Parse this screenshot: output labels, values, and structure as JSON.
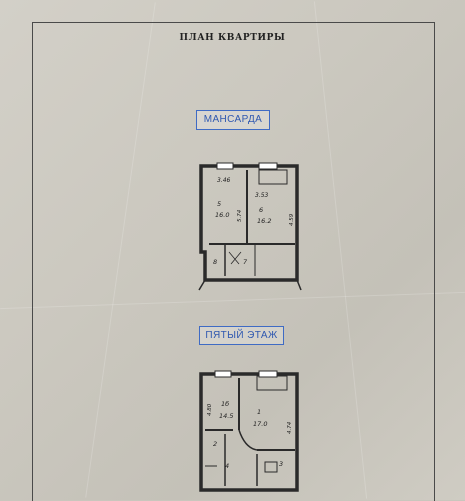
{
  "title": "ПЛАН КВАРТИРЫ",
  "floors": {
    "mansarda": {
      "label": "МАНСАРДА",
      "rooms": {
        "r5": {
          "num": "5",
          "area": "16.0",
          "height": "3.46",
          "side": "5.74"
        },
        "r6": {
          "num": "6",
          "area": "16.2",
          "height": "3.53",
          "side": "4.59"
        },
        "r7": {
          "num": "7"
        },
        "r8": {
          "num": "8"
        }
      }
    },
    "fifth": {
      "label": "ПЯТЫЙ ЭТАЖ",
      "rooms": {
        "r1": {
          "num": "1",
          "area": "17.0",
          "side": "4.74"
        },
        "r15": {
          "num": "1б",
          "area": "14.5",
          "side": "4.80"
        },
        "r2": {
          "num": "2"
        },
        "r3": {
          "num": "3"
        },
        "r4": {
          "num": "4"
        }
      }
    }
  }
}
